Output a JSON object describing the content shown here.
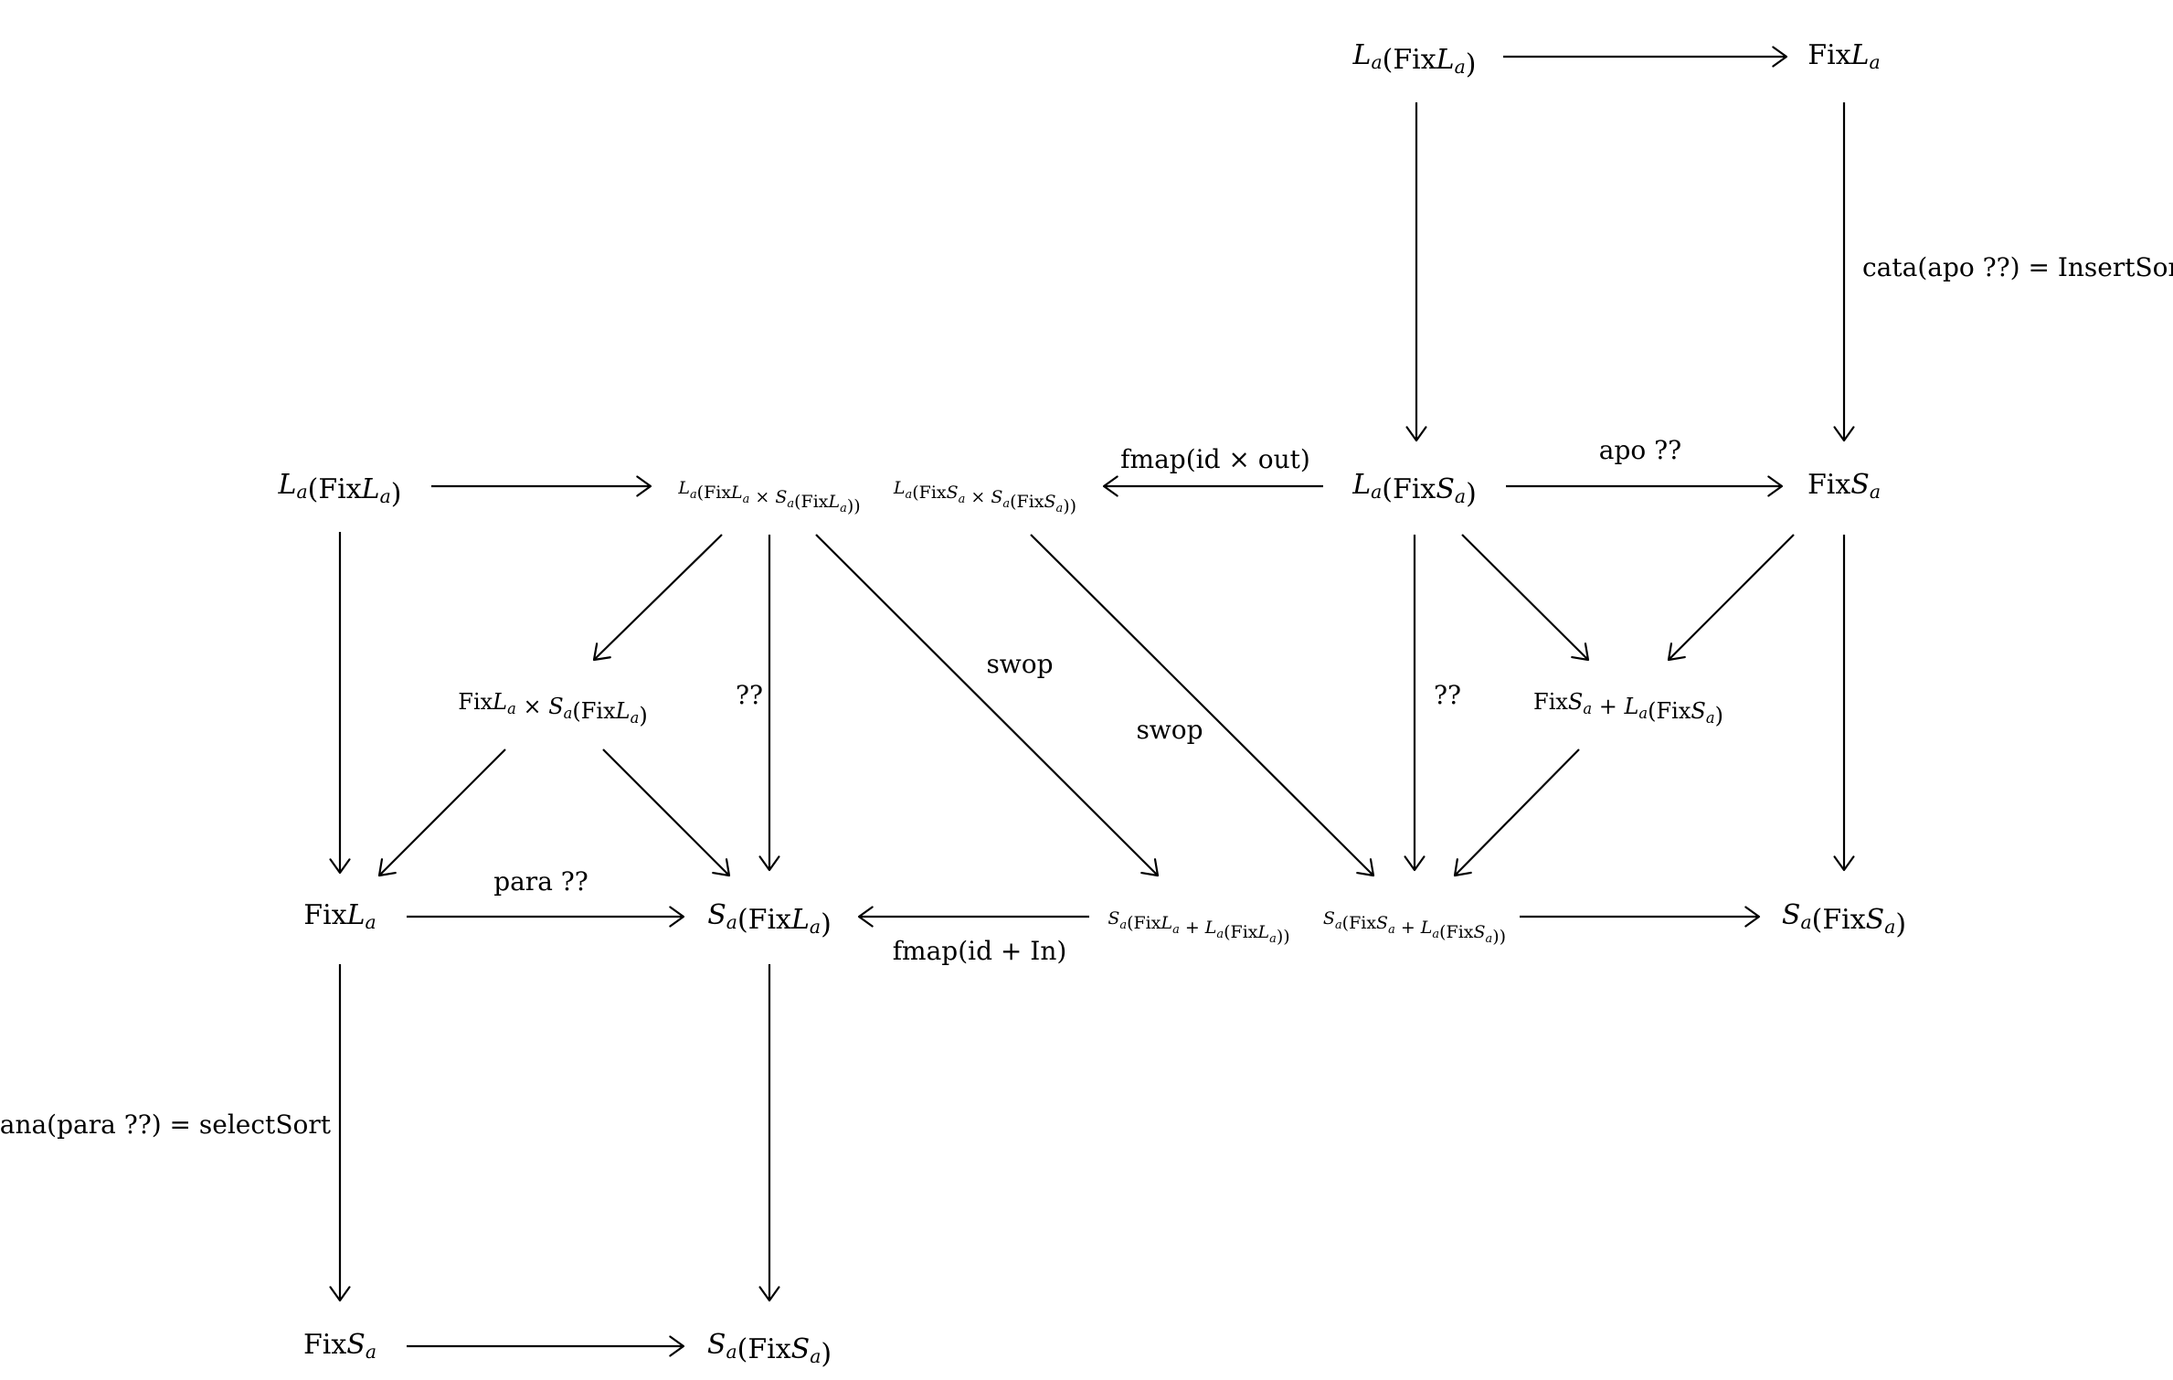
{
  "nodes": {
    "LaFixLa_top": "La(FixLa)",
    "FixLa_top": "FixLa",
    "LaFixLa_left": "La(FixLa)",
    "LaFixLa_times_SaFixLa": "La(FixLa × Sa(FixLa))",
    "LaFixSa_times_SaFixSa": "La(FixSa × Sa(FixSa))",
    "LaFixSa": "La(FixSa)",
    "FixSa_right": "FixSa",
    "FixLa_times_SaFixLa": "FixLa × Sa(FixLa)",
    "FixSa_plus_LaFixSa": "FixSa + La(FixSa)",
    "FixLa_left": "FixLa",
    "SaFixLa": "Sa(FixLa)",
    "SaFixLa_plus_LaFixLa": "Sa(FixLa + La(FixLa))",
    "SaFixSa_plus_LaFixSa": "Sa(FixSa + La(FixSa))",
    "SaFixSa_right": "Sa(FixSa)",
    "FixSa_bottom": "FixSa",
    "SaFixSa_bottom": "Sa(FixSa)"
  },
  "labels": {
    "cata_apo": "cata(apo ??) = InsertSort",
    "fmap_id_out": "fmap(id × out)",
    "apo": "apo ??",
    "unknown_left": "??",
    "unknown_right": "??",
    "swop_1": "swop",
    "swop_2": "swop",
    "para": "para ??",
    "fmap_id_in": "fmap(id + In)",
    "ana_para": "ana(para ??) = selectSort"
  }
}
